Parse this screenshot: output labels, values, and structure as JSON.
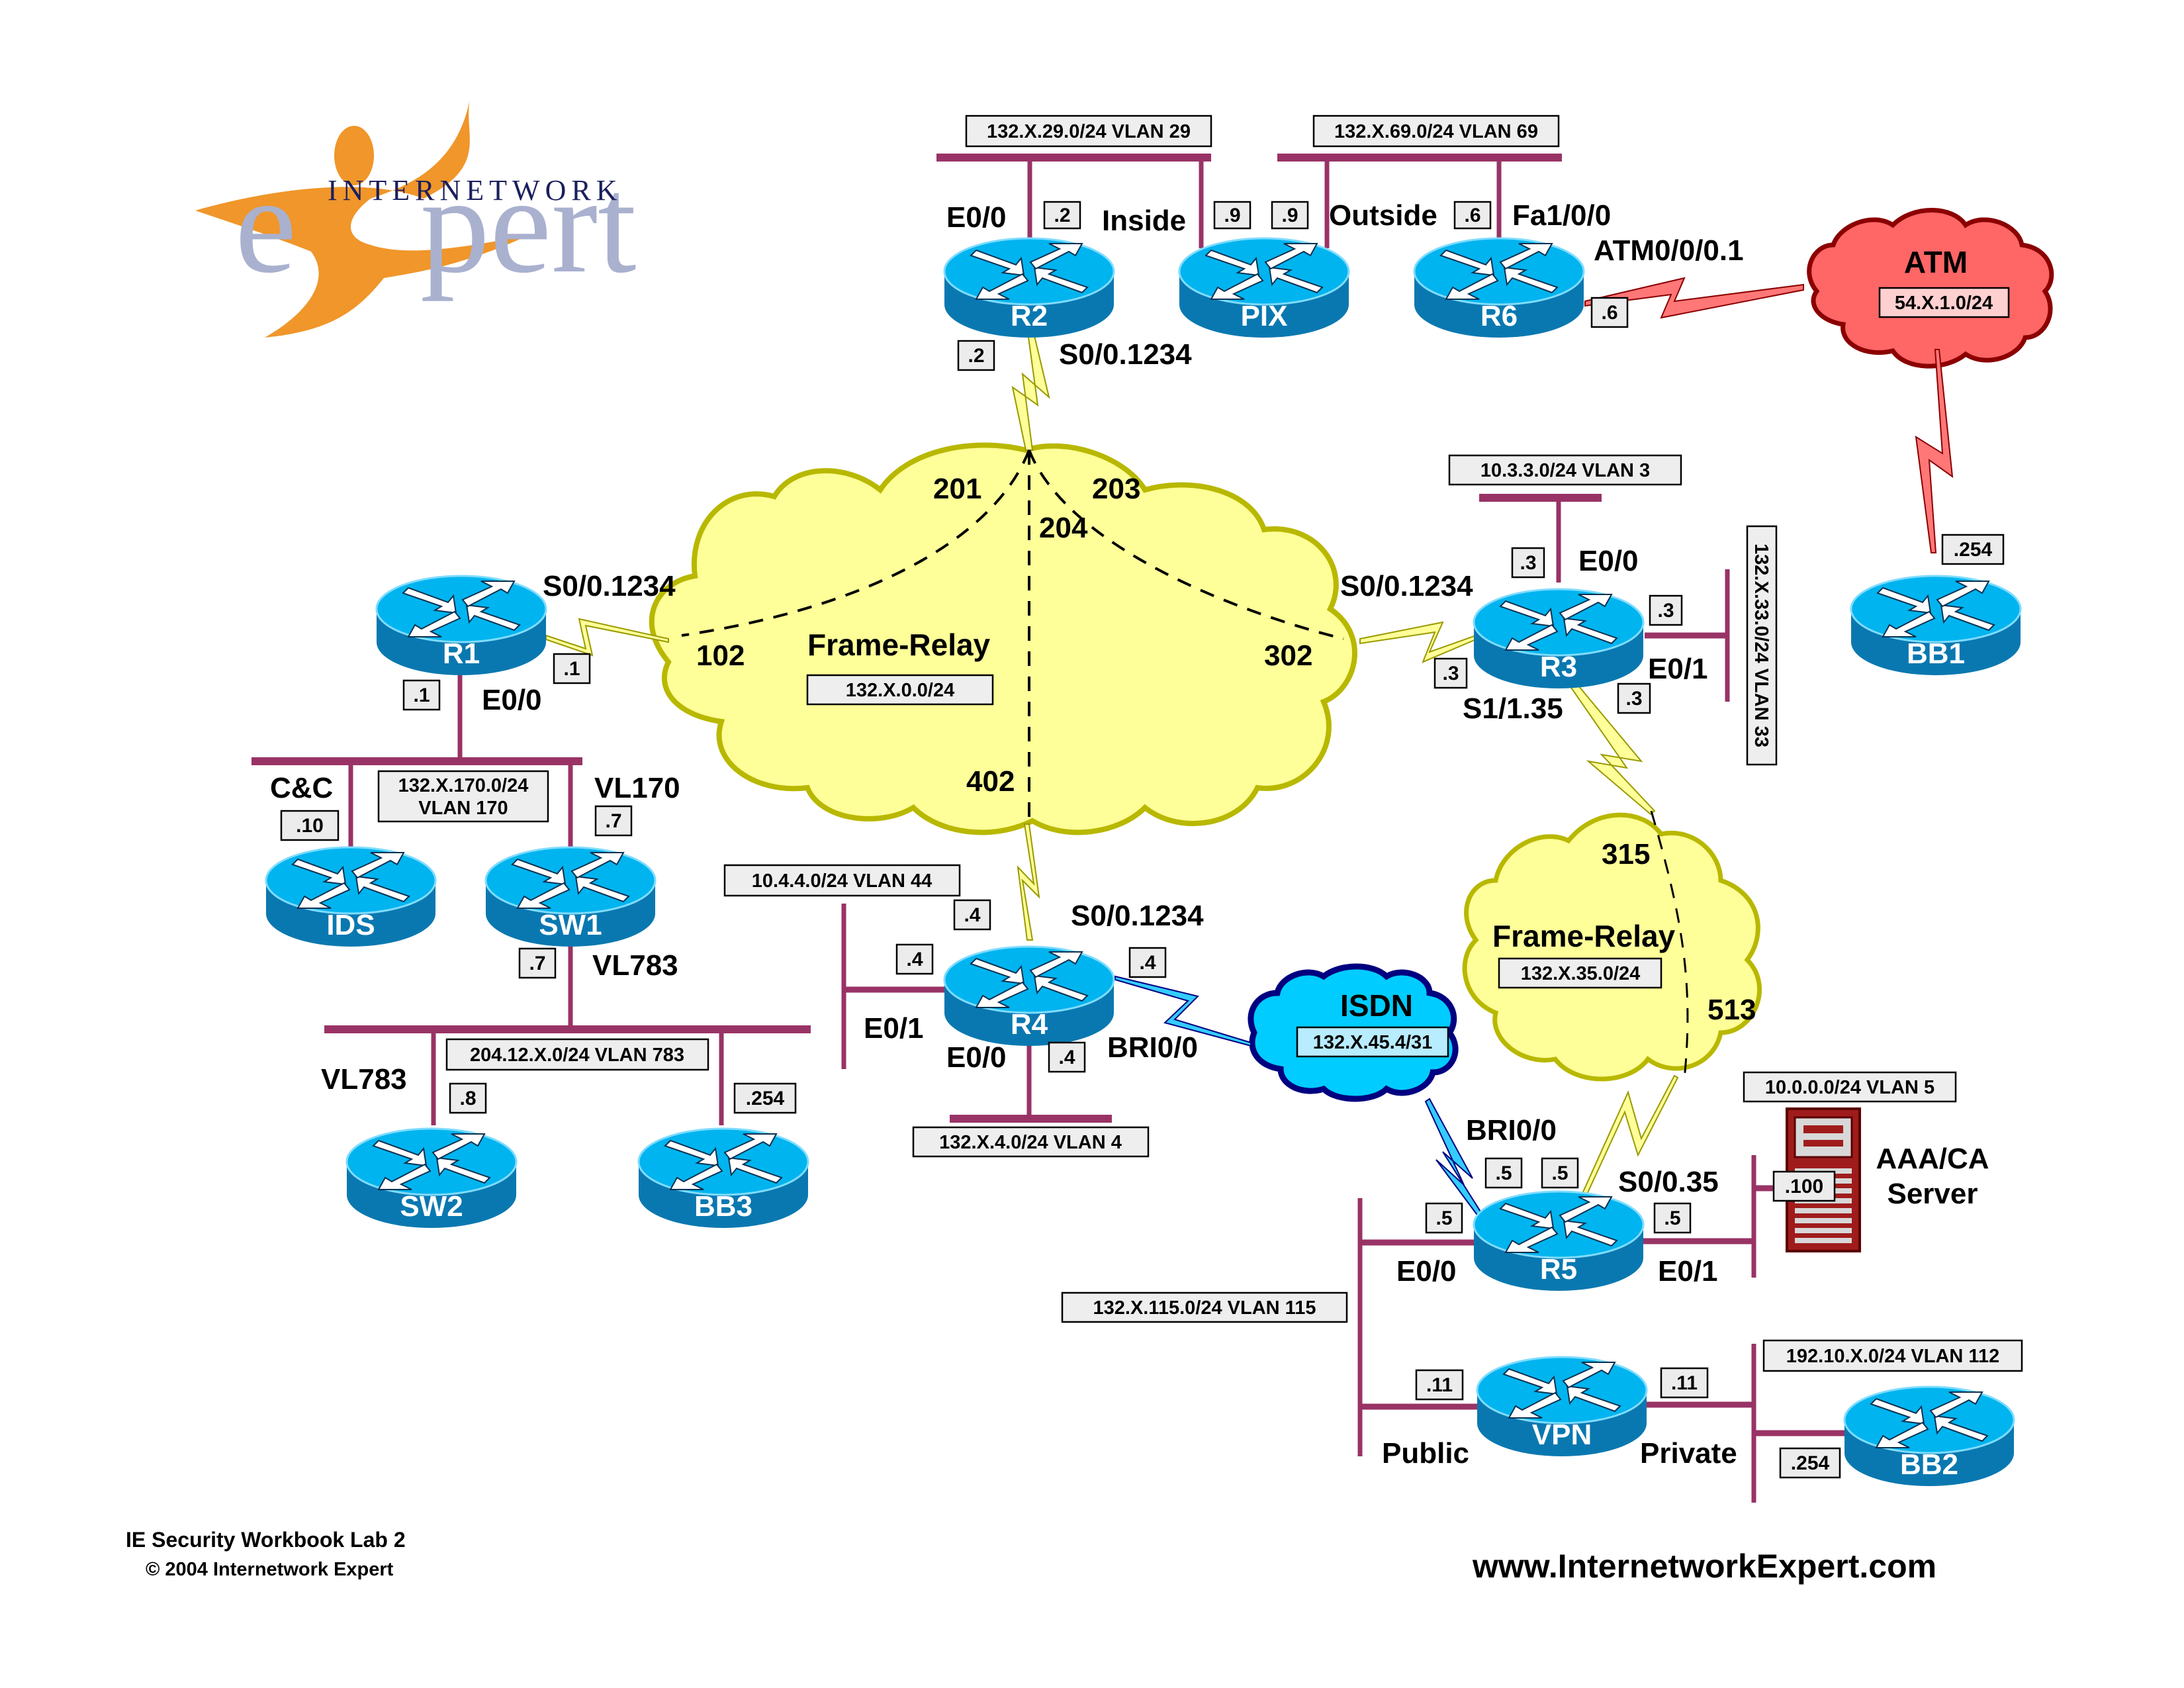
{
  "logo": {
    "top_text": "INTERNETWORK",
    "main_text_left": "e",
    "main_text_right": "pert",
    "colors": {
      "swoosh": "#f0962a",
      "text": "#a9b1cf",
      "top_text": "#1a1f5c"
    }
  },
  "footer": {
    "title": "IE Security Workbook Lab 2",
    "copyright": "© 2004 Internetwork Expert",
    "url": "www.InternetworkExpert.com"
  },
  "colors": {
    "router_top": "#00b4ef",
    "router_side": "#0a78b0",
    "ethernet": "#993366",
    "frame_relay_cloud": "#ffff99",
    "frame_relay_border": "#b8b800",
    "atm_cloud": "#ff6666",
    "atm_border": "#8b0000",
    "isdn_cloud": "#00ccff",
    "isdn_border": "#000080",
    "serial_link": "#ffff99",
    "atm_link": "#ff7777",
    "isdn_link": "#33ccff"
  },
  "devices": {
    "r1": "R1",
    "r2": "R2",
    "r3": "R3",
    "r4": "R4",
    "r5": "R5",
    "r6": "R6",
    "pix": "PIX",
    "ids": "IDS",
    "sw1": "SW1",
    "sw2": "SW2",
    "bb1": "BB1",
    "bb2": "BB2",
    "bb3": "BB3",
    "vpn": "VPN",
    "aaa": "AAA/CA",
    "aaa2": "Server"
  },
  "networks": {
    "vlan29": "132.X.29.0/24 VLAN 29",
    "vlan69": "132.X.69.0/24 VLAN 69",
    "atm": "54.X.1.0/24",
    "vlan3": "10.3.3.0/24 VLAN 3",
    "vlan33": "132.X.33.0/24 VLAN 33",
    "fr_main": "132.X.0.0/24",
    "vlan170_a": "132.X.170.0/24",
    "vlan170_b": "VLAN 170",
    "vlan44": "10.4.4.0/24 VLAN 44",
    "vlan4": "132.X.4.0/24 VLAN 4",
    "vlan783": "204.12.X.0/24 VLAN 783",
    "isdn": "132.X.45.4/31",
    "fr_35": "132.X.35.0/24",
    "vlan5": "10.0.0.0/24 VLAN 5",
    "vlan115": "132.X.115.0/24 VLAN 115",
    "vlan112": "192.10.X.0/24 VLAN 112"
  },
  "clouds": {
    "fr_main_title": "Frame-Relay",
    "fr_35_title": "Frame-Relay",
    "atm_title": "ATM",
    "isdn_title": "ISDN"
  },
  "dlcis": {
    "d201": "201",
    "d203": "203",
    "d204": "204",
    "d102": "102",
    "d302": "302",
    "d402": "402",
    "d315": "315",
    "d513": "513"
  },
  "interfaces": {
    "r2_e00": "E0/0",
    "r2_inside": "Inside",
    "pix_outside": "Outside",
    "r6_fa": "Fa1/0/0",
    "r6_atm": "ATM0/0/0.1",
    "r2_s0": "S0/0.1234",
    "r1_s0": "S0/0.1234",
    "r1_e00": "E0/0",
    "r3_s0": "S0/0.1234",
    "r3_e00": "E0/0",
    "r3_e01": "E0/1",
    "r3_s1": "S1/1.35",
    "cc": "C&C",
    "vl170": "VL170",
    "vl783_sw1": "VL783",
    "vl783_sw2": "VL783",
    "r4_s0": "S0/0.1234",
    "r4_e01": "E0/1",
    "r4_e00": "E0/0",
    "r4_bri": "BRI0/0",
    "r5_bri": "BRI0/0",
    "r5_s0": "S0/0.35",
    "r5_e00": "E0/0",
    "r5_e01": "E0/1",
    "vpn_public": "Public",
    "vpn_private": "Private"
  },
  "ips": {
    "r2_e": ".2",
    "pix_in": ".9",
    "pix_out": ".9",
    "r6_fa": ".6",
    "r6_atm": ".6",
    "r2_s": ".2",
    "r1_s": ".1",
    "r1_e": ".1",
    "r3_e0": ".3",
    "r3_e1a": ".3",
    "r3_s0": ".3",
    "r3_s1": ".3",
    "bb1": ".254",
    "ids": ".10",
    "sw1_170": ".7",
    "sw1_783": ".7",
    "sw2": ".8",
    "bb3": ".254",
    "r4_s": ".4",
    "r4_e1": ".4",
    "r4_bri": ".4",
    "r4_e0": ".4",
    "r5_bri": ".5",
    "r5_s": ".5",
    "r5_e0": ".5",
    "r5_e1": ".5",
    "aaa": ".100",
    "vpn_pub": ".11",
    "vpn_priv": ".11",
    "bb2": ".254"
  }
}
